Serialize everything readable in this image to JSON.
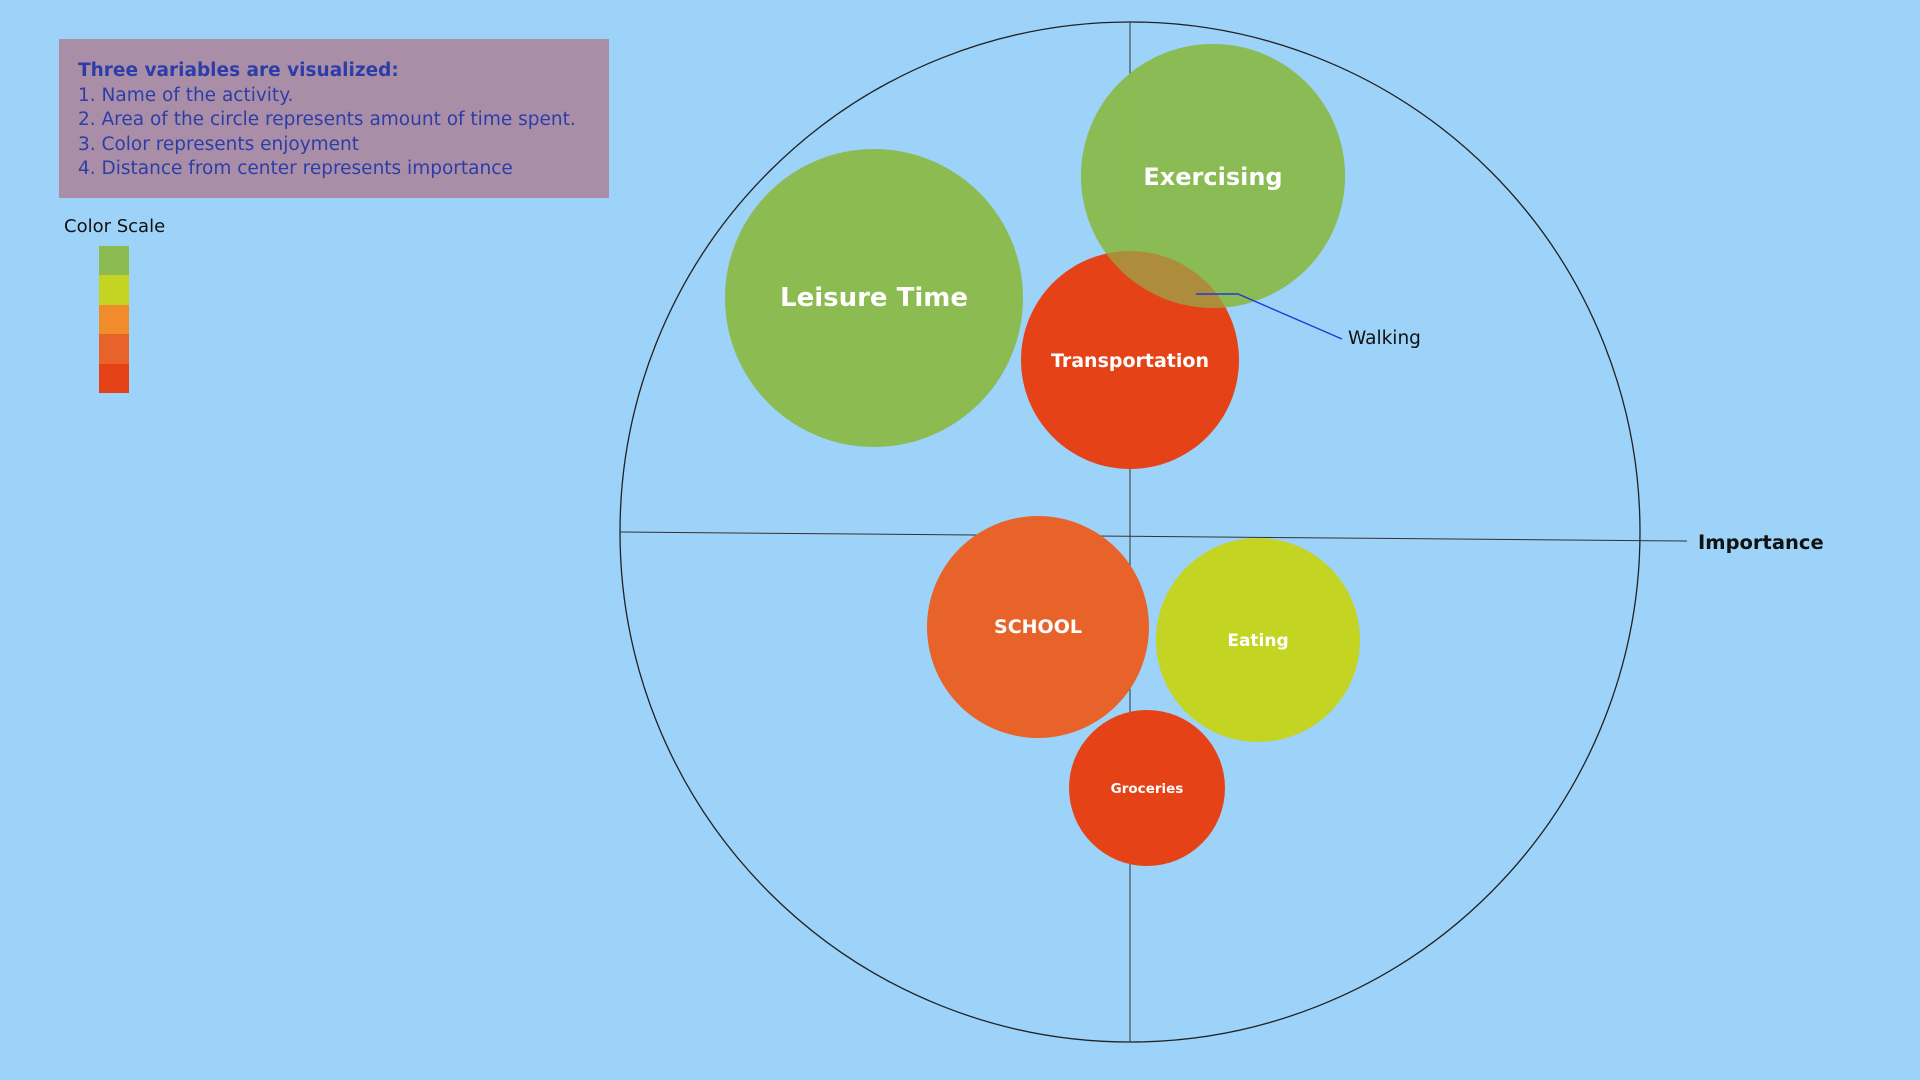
{
  "legend": {
    "heading": "Three variables are visualized:",
    "items": [
      "1. Name of the activity.",
      "2. Area of the circle represents amount of time spent.",
      "3. Color represents enjoyment",
      "4. Distance from center represents importance"
    ]
  },
  "color_scale": {
    "title": "Color Scale",
    "colors": [
      "#8bbb51",
      "#c3d423",
      "#f08d2a",
      "#e8632a",
      "#e54218"
    ]
  },
  "axis": {
    "label": "Importance"
  },
  "activities": [
    {
      "name": "Leisure Time",
      "color": "#8bbb51"
    },
    {
      "name": "Exercising",
      "color": "#8bbb51"
    },
    {
      "name": "Transportation",
      "color": "#e54218"
    },
    {
      "name": "SCHOOL",
      "color": "#e8632a"
    },
    {
      "name": "Eating",
      "color": "#c3d423"
    },
    {
      "name": "Groceries",
      "color": "#e54218"
    }
  ],
  "callout": {
    "label": "Walking",
    "line_color": "#1f3bd6"
  }
}
